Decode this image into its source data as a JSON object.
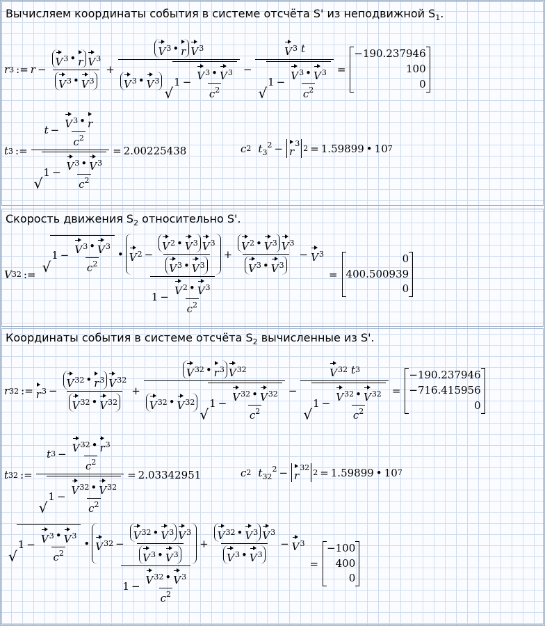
{
  "sections": {
    "heading1": "Вычисляем координаты события в системе отсчёта S' из неподвижной S",
    "heading1_sub": "1",
    "heading1_end": ".",
    "heading2": "Скорость движения S",
    "heading2_sub": "2",
    "heading2_end": " относительно S'.",
    "heading3": "Координаты события в системе отсчёта S",
    "heading3_sub": "2",
    "heading3_end": " вычисленные из S'."
  },
  "results": {
    "r3": [
      "−190.237946",
      "100",
      "0"
    ],
    "t3": "2.00225438",
    "interval1": "1.59899",
    "interval1_exp": "7",
    "v32": [
      "0",
      "400.500939",
      "0"
    ],
    "r32": [
      "−190.237946",
      "−716.415956",
      "0"
    ],
    "t32": "2.03342951",
    "interval2": "1.59899",
    "interval2_exp": "7",
    "check": [
      "−100",
      "400",
      "0"
    ]
  }
}
